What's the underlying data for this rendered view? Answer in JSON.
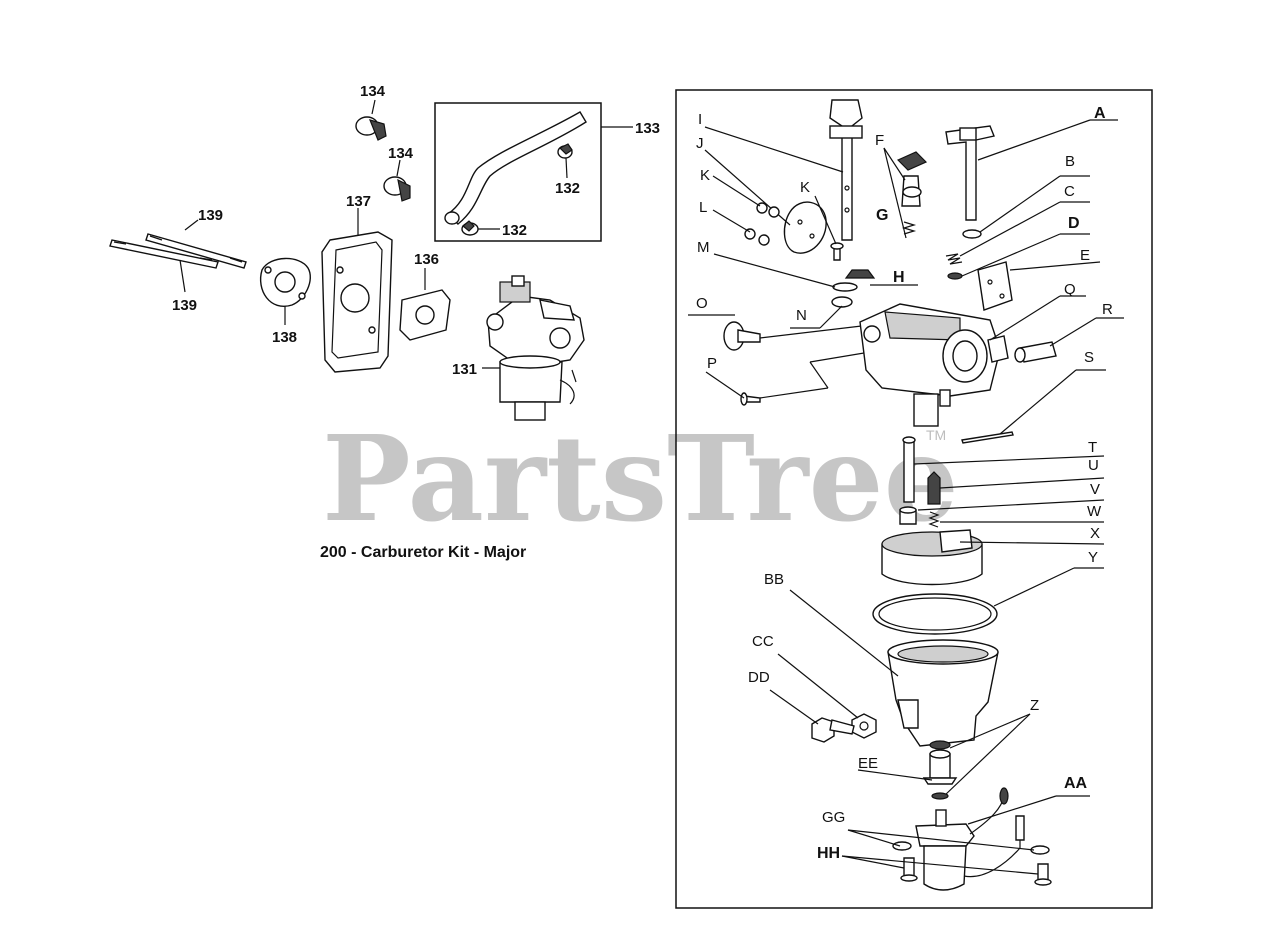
{
  "watermark": {
    "text": "PartsTree",
    "tm": "TM"
  },
  "kit_label": "200 - Carburetor Kit - Major",
  "left_callouts": {
    "c131": "131",
    "c132a": "132",
    "c132b": "132",
    "c133": "133",
    "c134a": "134",
    "c134b": "134",
    "c136": "136",
    "c137": "137",
    "c138": "138",
    "c139a": "139",
    "c139b": "139"
  },
  "right_callouts": {
    "A": "A",
    "B": "B",
    "C": "C",
    "D": "D",
    "E": "E",
    "F": "F",
    "G": "G",
    "H": "H",
    "I": "I",
    "J": "J",
    "K1": "K",
    "K2": "K",
    "L": "L",
    "M": "M",
    "N": "N",
    "O": "O",
    "P": "P",
    "Q": "Q",
    "R": "R",
    "S": "S",
    "T": "T",
    "U": "U",
    "V": "V",
    "W": "W",
    "X": "X",
    "Y": "Y",
    "Z": "Z",
    "AA": "AA",
    "BB": "BB",
    "CC": "CC",
    "DD": "DD",
    "EE": "EE",
    "GG": "GG",
    "HH": "HH"
  }
}
